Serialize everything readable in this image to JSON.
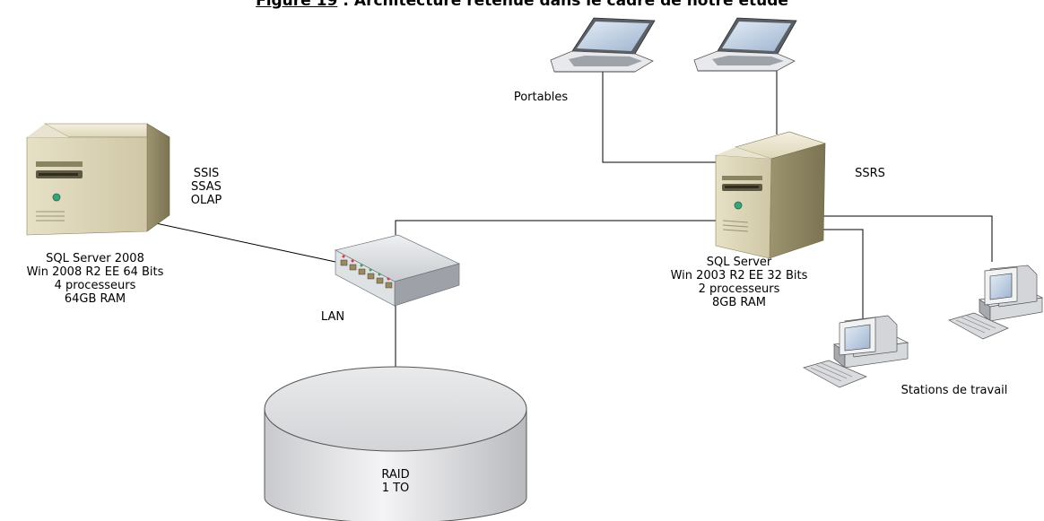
{
  "title": {
    "figure": "Figure 19",
    "caption": " : Architecture retenue dans le cadre de notre étude"
  },
  "server_left": {
    "services": [
      "SSIS",
      "SSAS",
      "OLAP"
    ],
    "specs": [
      "SQL Server 2008",
      "Win 2008 R2 EE 64 Bits",
      "4 processeurs",
      "64GB RAM"
    ]
  },
  "server_right": {
    "service": "SSRS",
    "specs": [
      "SQL Server",
      "Win 2003 R2 EE 32 Bits",
      "2 processeurs",
      "8GB RAM"
    ]
  },
  "lan_label": "LAN",
  "laptops_label": "Portables",
  "workstations_label": "Stations de travail",
  "storage": {
    "line1": "RAID",
    "line2": "1 TO"
  }
}
